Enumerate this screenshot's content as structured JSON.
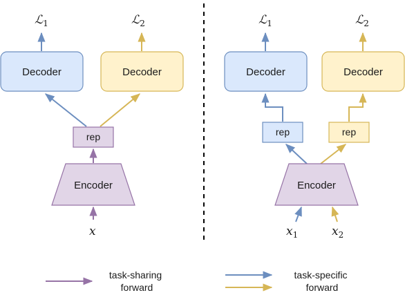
{
  "colors": {
    "purple_stroke": "#9673a6",
    "purple_fill": "#e1d5e7",
    "blue_stroke": "#6c8ebf",
    "blue_fill": "#dae8fc",
    "yellow_stroke": "#d6b656",
    "yellow_fill": "#fff2cc"
  },
  "left_panel": {
    "loss1": {
      "symbol": "ℒ",
      "sub": "1"
    },
    "loss2": {
      "symbol": "ℒ",
      "sub": "2"
    },
    "decoder1": "Decoder",
    "decoder2": "Decoder",
    "rep": "rep",
    "encoder": "Encoder",
    "input": {
      "symbol": "x"
    }
  },
  "right_panel": {
    "loss1": {
      "symbol": "ℒ",
      "sub": "1"
    },
    "loss2": {
      "symbol": "ℒ",
      "sub": "2"
    },
    "decoder1": "Decoder",
    "decoder2": "Decoder",
    "rep1": "rep",
    "rep2": "rep",
    "encoder": "Encoder",
    "input1": {
      "symbol": "x",
      "sub": "1"
    },
    "input2": {
      "symbol": "x",
      "sub": "2"
    }
  },
  "legend": {
    "sharing": [
      "task-sharing",
      "forward"
    ],
    "specific": [
      "task-specific",
      "forward"
    ]
  }
}
